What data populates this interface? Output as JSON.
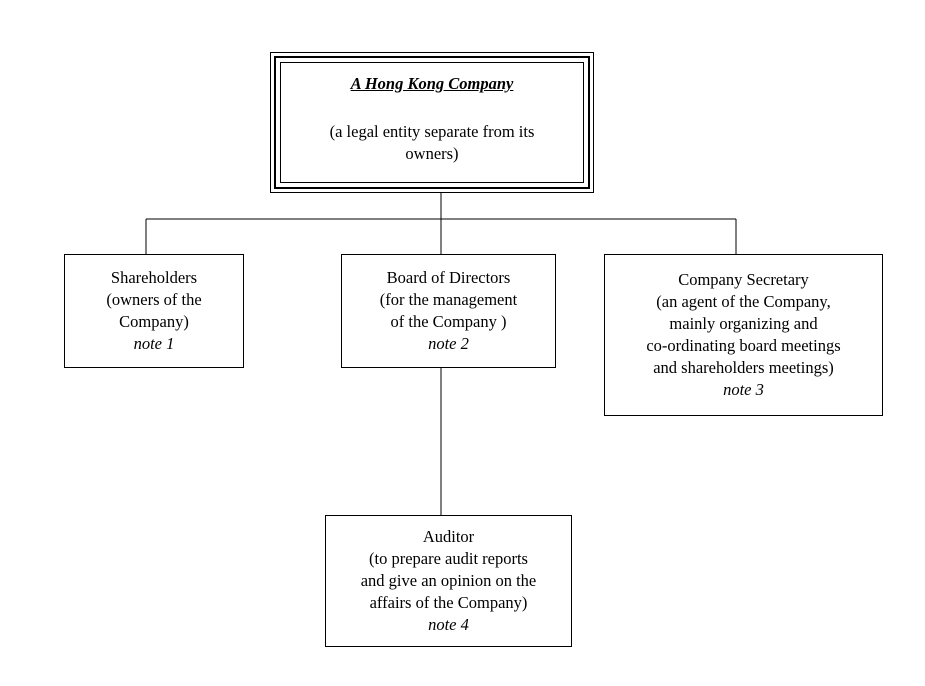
{
  "root": {
    "title": "A Hong Kong Company",
    "subtitle_line1": "(a legal entity separate from its",
    "subtitle_line2": "owners)"
  },
  "shareholders": {
    "lines": [
      "Shareholders",
      "(owners of the",
      "Company)"
    ],
    "note": "note 1"
  },
  "board": {
    "lines": [
      "Board of Directors",
      "(for the management",
      "of the Company )"
    ],
    "note": "note 2"
  },
  "secretary": {
    "lines": [
      "Company Secretary",
      "(an agent of the Company,",
      "mainly organizing and",
      "co-ordinating board meetings",
      "and shareholders meetings)"
    ],
    "note": "note 3"
  },
  "auditor": {
    "lines": [
      "Auditor",
      "(to prepare audit reports",
      "and give an opinion on the",
      "affairs of the Company)"
    ],
    "note": "note 4"
  },
  "edges": [
    {
      "from": "root",
      "to": "shareholders"
    },
    {
      "from": "root",
      "to": "board"
    },
    {
      "from": "root",
      "to": "secretary"
    },
    {
      "from": "board",
      "to": "auditor"
    }
  ]
}
